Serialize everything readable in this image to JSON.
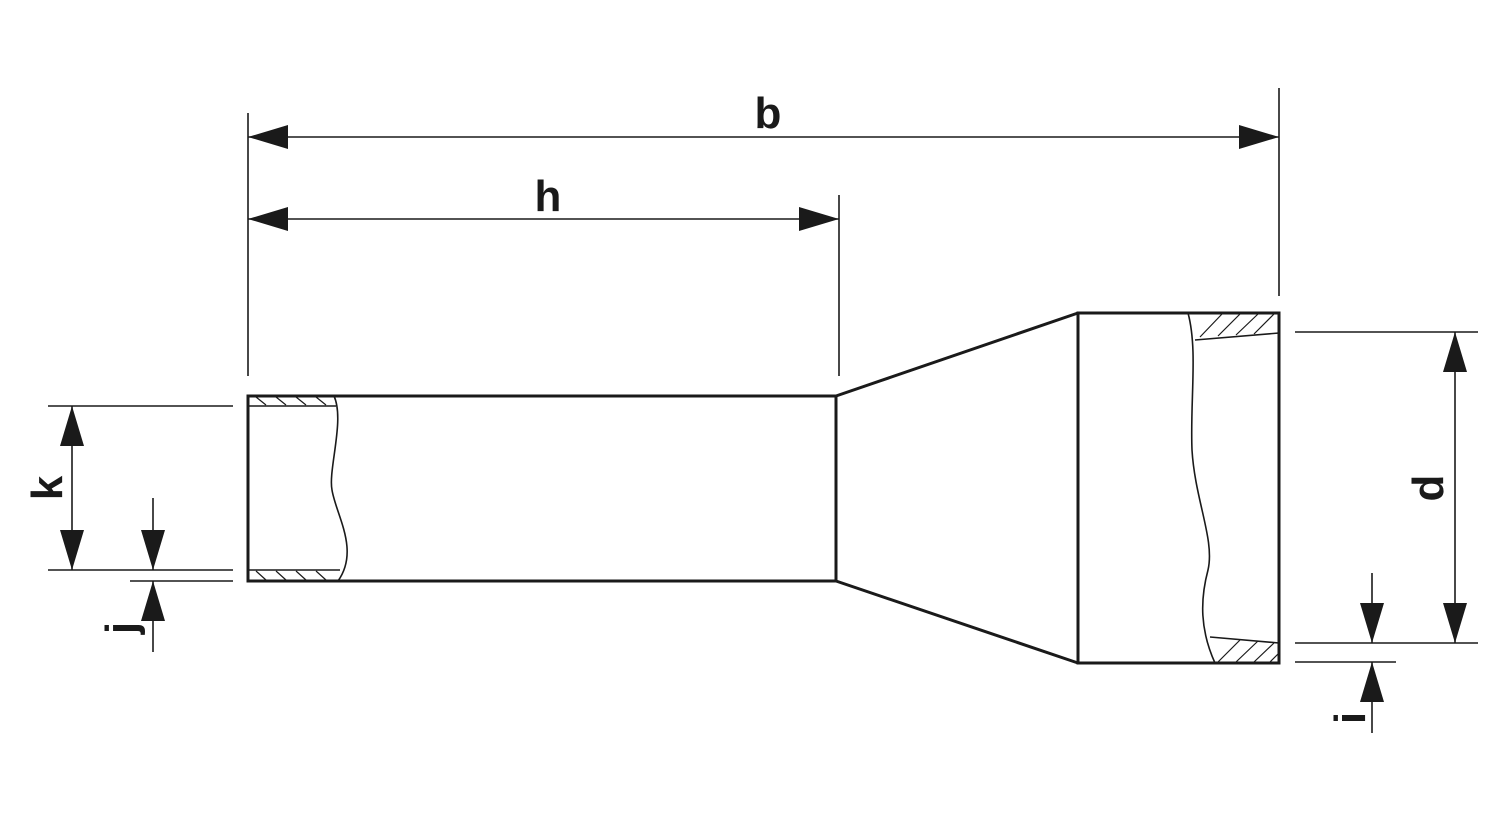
{
  "diagram": {
    "labels": {
      "overall_length": "b",
      "sleeve_length": "h",
      "inner_diameter": "k",
      "wall_thickness_sleeve": "j",
      "collar_inner_diameter": "d",
      "collar_wall_thickness": "i"
    },
    "colors": {
      "line": "#1a1a1a",
      "background": "#ffffff"
    }
  }
}
